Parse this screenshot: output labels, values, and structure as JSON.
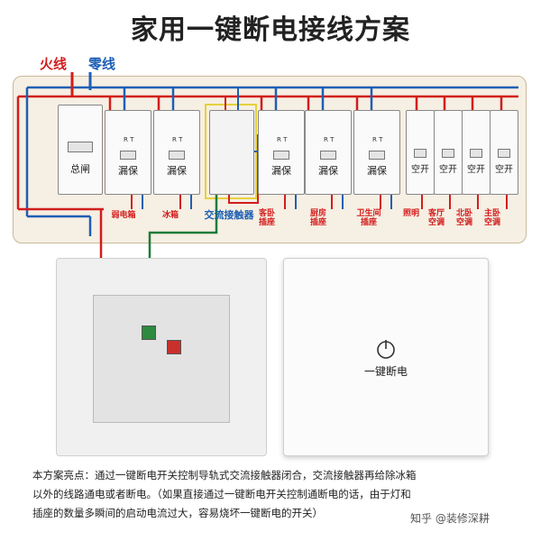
{
  "title": "家用一键断电接线方案",
  "wire_labels": {
    "live": "火线",
    "neutral": "零线"
  },
  "main_breaker": {
    "label": "总闸"
  },
  "leakage_breakers": [
    {
      "label": "漏保",
      "rt": "R T",
      "circuit": "弱电箱"
    },
    {
      "label": "漏保",
      "rt": "R T",
      "circuit": "冰箱"
    },
    {
      "label": "漏保",
      "rt": "R T",
      "circuit": "客卧插座"
    },
    {
      "label": "漏保",
      "rt": "R T",
      "circuit": "厨房插座"
    },
    {
      "label": "漏保",
      "rt": "R T",
      "circuit": "卫生间插座"
    }
  ],
  "contactor": {
    "label": "交流接触器"
  },
  "air_breakers": [
    {
      "label": "空开",
      "circuit": "照明"
    },
    {
      "label": "空开",
      "circuit": "客厅空调"
    },
    {
      "label": "空开",
      "circuit": "北卧空调"
    },
    {
      "label": "空开",
      "circuit": "主卧空调"
    }
  ],
  "switch_face": {
    "label": "一键断电",
    "icon": "power-icon"
  },
  "notes": [
    "本方案亮点：通过一键断电开关控制导轨式交流接触器闭合，交流接触器再给除冰箱",
    "以外的线路通电或者断电。（如果直接通过一键断电开关控制通断电的话，由于灯和",
    "插座的数量多瞬间的启动电流过大，容易烧坏一键断电的开关）"
  ],
  "credit": "知乎 @装修深耕",
  "colors": {
    "live": "#d21d1d",
    "neutral": "#1e5fb4",
    "control": "#1e7b3a",
    "highlight": "#e6d23a"
  }
}
